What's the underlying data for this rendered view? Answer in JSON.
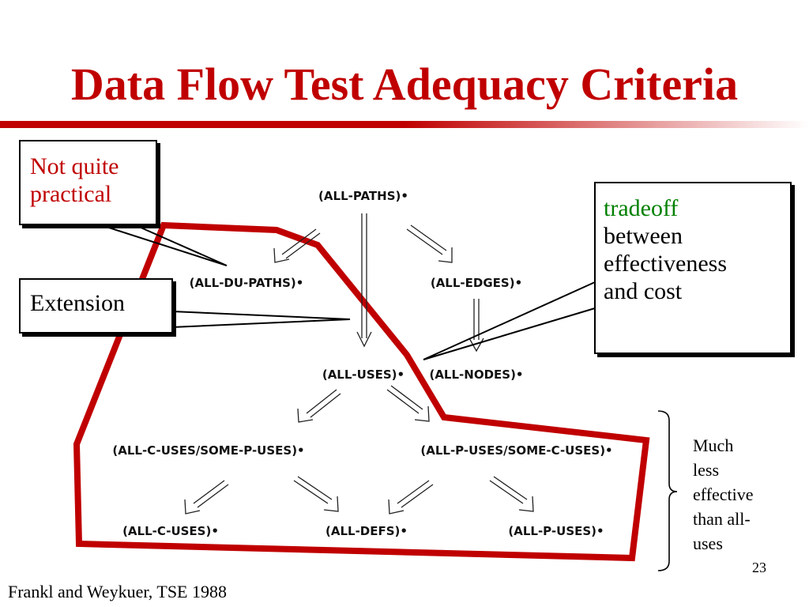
{
  "title": "Data Flow Test Adequacy Criteria",
  "nodes": {
    "all_paths": "(ALL-PATHS)•",
    "all_du_paths": "(ALL-DU-PATHS)•",
    "all_edges": "(ALL-EDGES)•",
    "all_uses": "(ALL-USES)•",
    "all_nodes": "(ALL-NODES)•",
    "all_c_some_p": "(ALL-C-USES/SOME-P-USES)•",
    "all_p_some_c": "(ALL-P-USES/SOME-C-USES)•",
    "all_c_uses": "(ALL-C-USES)•",
    "all_defs": "(ALL-DEFS)•",
    "all_p_uses": "(ALL-P-USES)•"
  },
  "callouts": {
    "practical_line1": "Not quite",
    "practical_line2": "practical",
    "extension": "Extension",
    "tradeoff_word": "tradeoff",
    "tradeoff_line2": "between",
    "tradeoff_line3": "effectiveness",
    "tradeoff_line4": "and cost"
  },
  "side_note": [
    "Much",
    "less",
    "effective",
    "than all-",
    "uses"
  ],
  "page_number": "23",
  "citation": "Frankl and Weykuer, TSE 1988",
  "colors": {
    "title": "#c00000",
    "outline": "#c00000",
    "highlight": "#008000"
  }
}
